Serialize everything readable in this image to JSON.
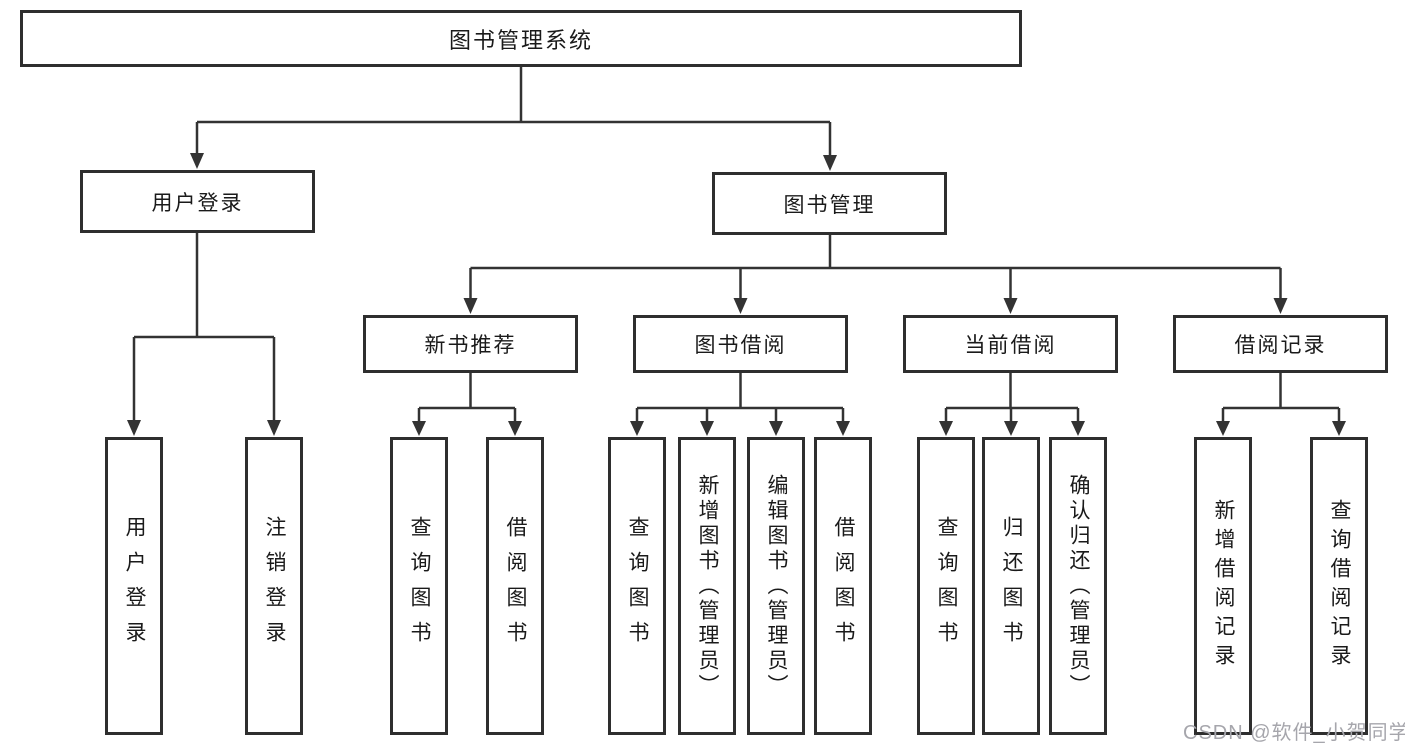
{
  "diagram": {
    "root": {
      "label": "图书管理系统"
    },
    "level2": [
      {
        "label": "用户登录"
      },
      {
        "label": "图书管理"
      }
    ],
    "level3": [
      {
        "label": "新书推荐"
      },
      {
        "label": "图书借阅"
      },
      {
        "label": "当前借阅"
      },
      {
        "label": "借阅记录"
      }
    ],
    "leaves": {
      "user_login": [
        {
          "label": "用户登录"
        },
        {
          "label": "注销登录"
        }
      ],
      "new_books": [
        {
          "label": "查询图书"
        },
        {
          "label": "借阅图书"
        }
      ],
      "book_borrow": [
        {
          "label": "查询图书"
        },
        {
          "label": "新增图书（管理员）"
        },
        {
          "label": "编辑图书（管理员）"
        },
        {
          "label": "借阅图书"
        }
      ],
      "current_borrow": [
        {
          "label": "查询图书"
        },
        {
          "label": "归还图书"
        },
        {
          "label": "确认归还（管理员）"
        }
      ],
      "borrow_records": [
        {
          "label": "新增借阅记录"
        },
        {
          "label": "查询借阅记录"
        }
      ]
    },
    "colors": {
      "line": "#333333",
      "border": "#2e2e2e",
      "text": "#1a1a1a",
      "watermark": "#a6a6ac"
    }
  },
  "watermark": {
    "text": "CSDN @软件_小贺同学"
  }
}
